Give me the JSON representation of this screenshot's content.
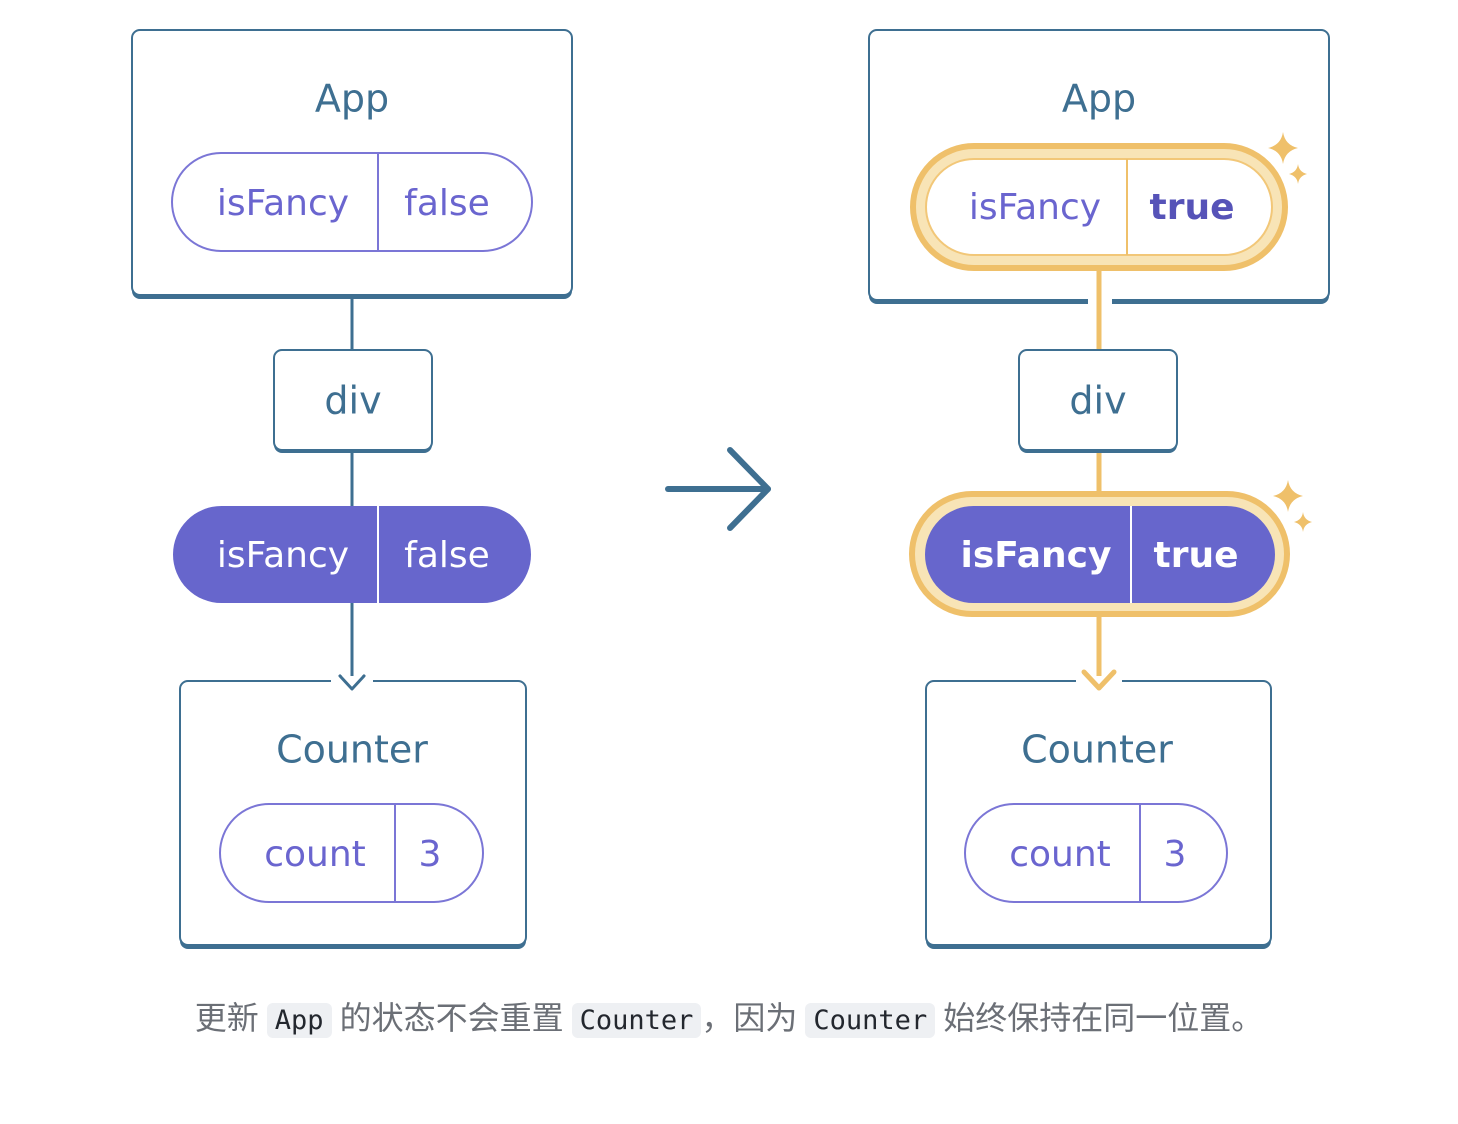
{
  "colors": {
    "frame": "#3e6f91",
    "pill_border": "#7b76d6",
    "pill_fill": "#6766cc",
    "highlight": "#efc06a",
    "caption": "#6b6f76"
  },
  "before": {
    "app": {
      "title": "App",
      "state_name": "isFancy",
      "state_value": "false"
    },
    "div": {
      "label": "div"
    },
    "fancy_prop": {
      "name": "isFancy",
      "value": "false"
    },
    "counter": {
      "title": "Counter",
      "state_name": "count",
      "state_value": "3"
    }
  },
  "transition_icon": "arrow-right-icon",
  "after": {
    "app": {
      "title": "App",
      "state_name": "isFancy",
      "state_value": "true"
    },
    "div": {
      "label": "div"
    },
    "fancy_prop": {
      "name": "isFancy",
      "value": "true"
    },
    "counter": {
      "title": "Counter",
      "state_name": "count",
      "state_value": "3"
    },
    "sparkle_icon": "sparkle-icon"
  },
  "caption": {
    "p1": "更新",
    "code1": "App",
    "p2": "的状态不会重置",
    "code2": "Counter",
    "p3": "，因为",
    "code3": "Counter",
    "p4": "始终保持在同一位置。"
  }
}
